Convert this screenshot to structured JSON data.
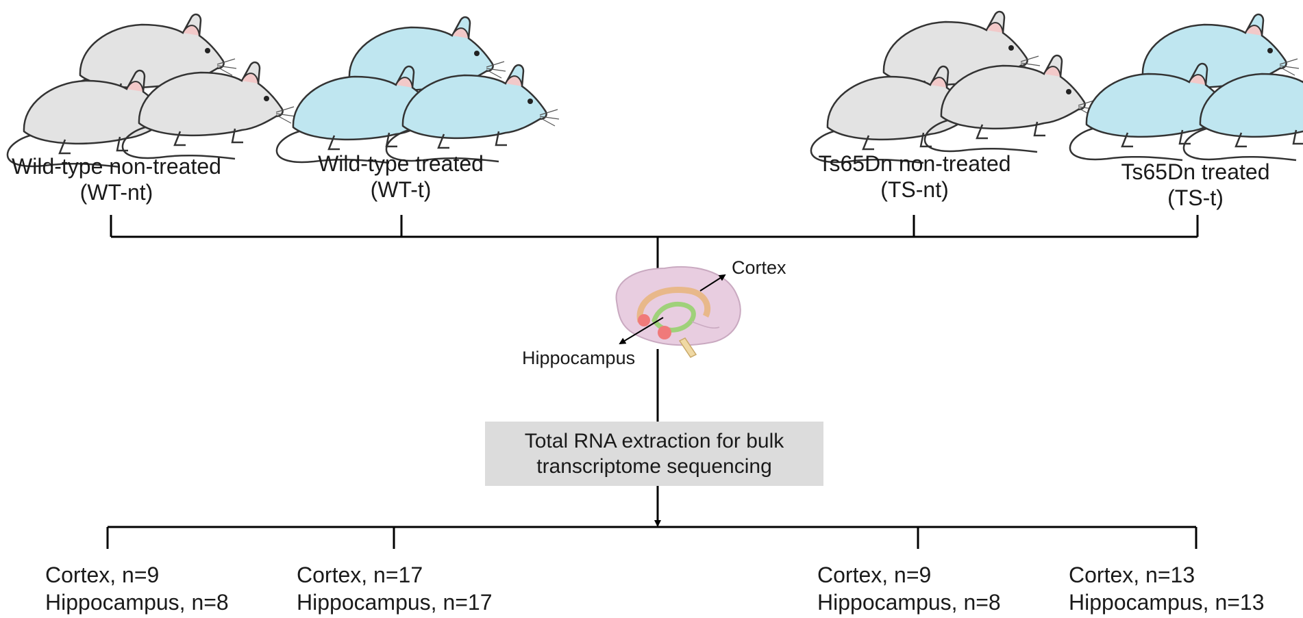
{
  "groups": [
    {
      "name": "Wild-type non-treated",
      "abbr": "(WT-nt)",
      "mouse_color": "#e3e3e3",
      "cortex": "Cortex, n=9",
      "hippocampus": "Hippocampus, n=8"
    },
    {
      "name": "Wild-type treated",
      "abbr": "(WT-t)",
      "mouse_color": "#bfe6f0",
      "cortex": "Cortex, n=17",
      "hippocampus": "Hippocampus, n=17"
    },
    {
      "name": "Ts65Dn non-treated",
      "abbr": "(TS-nt)",
      "mouse_color": "#e3e3e3",
      "cortex": "Cortex, n=9",
      "hippocampus": "Hippocampus, n=8"
    },
    {
      "name": "Ts65Dn treated",
      "abbr": "(TS-t)",
      "mouse_color": "#bfe6f0",
      "cortex": "Cortex, n=13",
      "hippocampus": "Hippocampus, n=13"
    }
  ],
  "brain": {
    "cortex_label": "Cortex",
    "hippocampus_label": "Hippocampus"
  },
  "process_box": {
    "line1": "Total RNA extraction for bulk",
    "line2": "transcriptome sequencing",
    "fill": "#dcdcdc"
  }
}
